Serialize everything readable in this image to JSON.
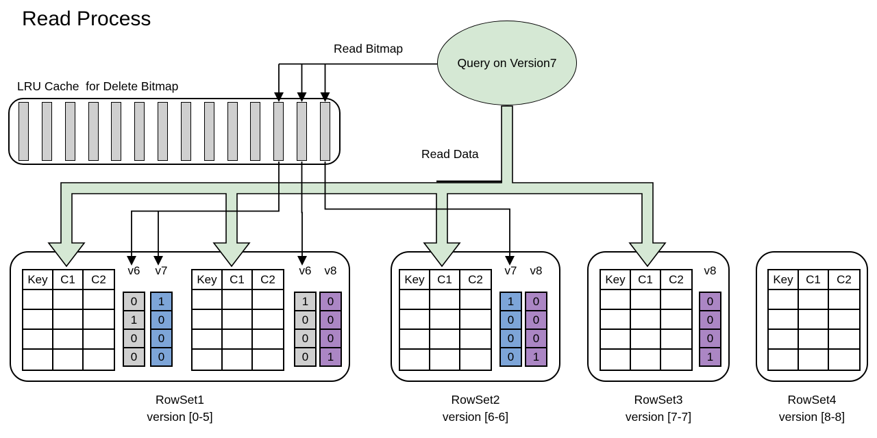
{
  "title": "Read Process",
  "labels": {
    "read_bitmap": "Read Bitmap",
    "read_data": "Read Data",
    "lru_cache": "LRU Cache  for Delete Bitmap",
    "query": "Query on Version7"
  },
  "lru": {
    "slot_count": 14,
    "cached_tail_slots": 3
  },
  "colors": {
    "green": "#d5e8d4",
    "gray": "#cfcfcf",
    "blue": "#7da5d8",
    "purple": "#ab86c4"
  },
  "table_headers": [
    "Key",
    "C1",
    "C2"
  ],
  "data_rows": 4,
  "rowsets": [
    {
      "name": "RowSet1",
      "version": "version [0-5]",
      "tables": [
        {
          "bitmaps": [
            {
              "label": "v6",
              "color_key": "gray",
              "values": [
                "0",
                "1",
                "0",
                "0"
              ]
            },
            {
              "label": "v7",
              "color_key": "blue",
              "values": [
                "1",
                "0",
                "0",
                "0"
              ]
            }
          ]
        },
        {
          "bitmaps": [
            {
              "label": "v6",
              "color_key": "gray",
              "values": [
                "1",
                "0",
                "0",
                "0"
              ]
            },
            {
              "label": "v8",
              "color_key": "purple",
              "values": [
                "0",
                "0",
                "0",
                "1"
              ]
            }
          ]
        }
      ]
    },
    {
      "name": "RowSet2",
      "version": "version [6-6]",
      "tables": [
        {
          "bitmaps": [
            {
              "label": "v7",
              "color_key": "blue",
              "values": [
                "1",
                "0",
                "0",
                "0"
              ]
            },
            {
              "label": "v8",
              "color_key": "purple",
              "values": [
                "0",
                "0",
                "0",
                "1"
              ]
            }
          ]
        }
      ]
    },
    {
      "name": "RowSet3",
      "version": "version [7-7]",
      "tables": [
        {
          "bitmaps": [
            {
              "label": "v8",
              "color_key": "purple",
              "values": [
                "0",
                "0",
                "0",
                "1"
              ]
            }
          ]
        }
      ]
    },
    {
      "name": "RowSet4",
      "version": "version [8-8]",
      "tables": [
        {
          "bitmaps": []
        }
      ]
    }
  ]
}
